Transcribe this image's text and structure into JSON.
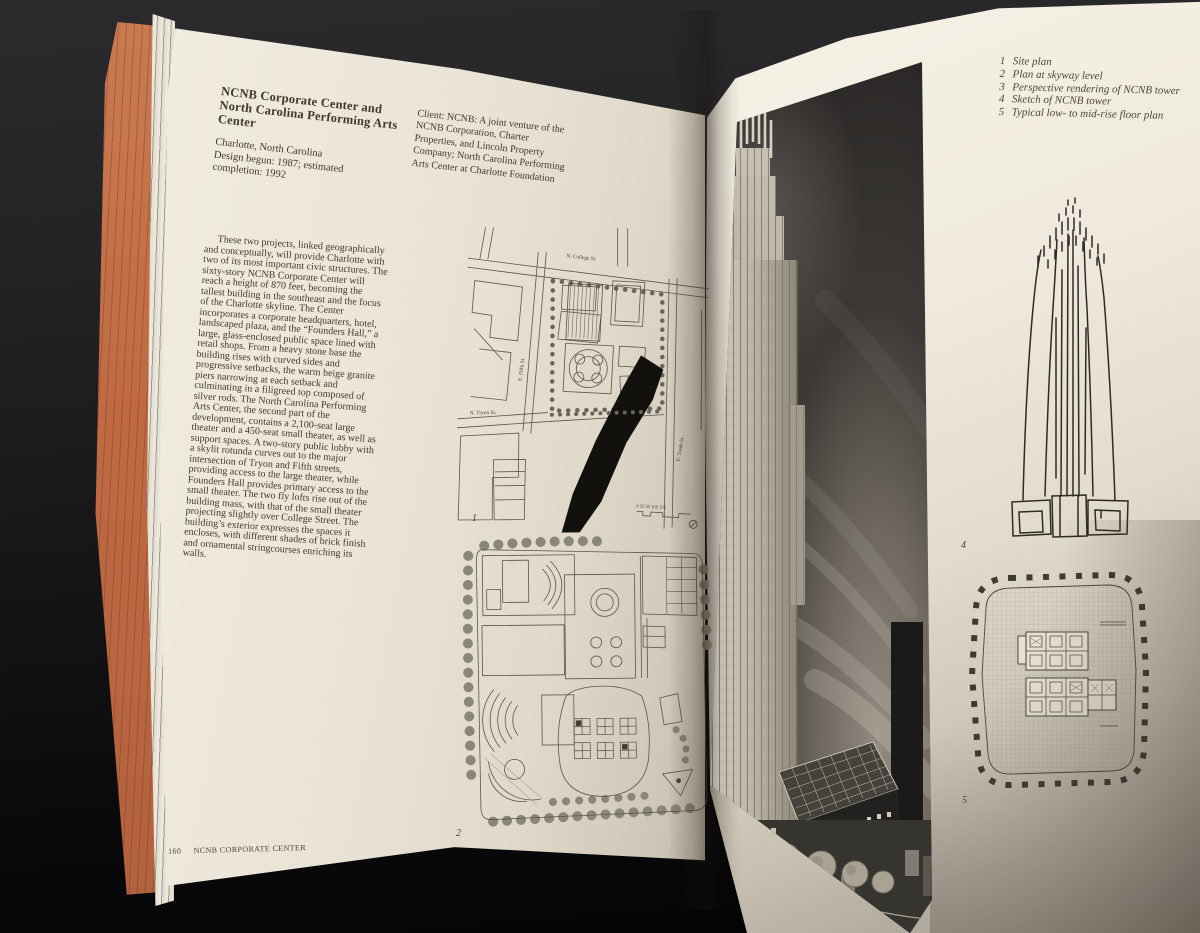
{
  "book": {
    "left_page": {
      "title_lines": [
        "NCNB Corporate Center and",
        "North Carolina Performing Arts",
        "Center"
      ],
      "project_info_lines": [
        "Charlotte, North Carolina",
        "Design begun: 1987; estimated",
        "completion: 1992"
      ],
      "client_lines": [
        "Client: NCNB: A joint venture of the",
        "NCNB Corporation, Charter",
        "Properties, and Lincoln Property",
        "Company; North Carolina Performing",
        "Arts Center at Charlotte Foundation"
      ],
      "body_text": "These two projects, linked geographically and conceptually, will provide Charlotte with two of its most important civic structures. The sixty-story NCNB Corporate Center will reach a height of 870 feet, becoming the tallest building in the southeast and the focus of the Charlotte skyline. The Center incorporates a corporate headquarters, hotel, landscaped plaza, and the “Founders Hall,” a large, glass-enclosed public space lined with retail shops. From a heavy stone base the building rises with curved sides and progressive setbacks, the warm beige granite piers narrowing at each setback and culminating in a filigreed top composed of silver rods. The North Carolina Performing Arts Center, the second part of the development, contains a 2,100-seat large theater and a 450-seat small theater, as well as support spaces. A two-story public lobby with a skylit rotunda curves out to the major intersection of Tryon and Fifth streets, providing access to the large theater, while Founders Hall provides primary access to the small theater. The two fly lofts rise out of the building mass, with that of the small theater projecting slightly over College Street. The building’s exterior expresses the spaces it encloses, with different shades of brick finish and ornamental stringcourses enriching its walls.",
      "footer": {
        "page_number": "160",
        "running_title": "NCNB CORPORATE CENTER"
      },
      "site_plan": {
        "figure_number": "1",
        "street_top": "N. College St.",
        "street_left": "E. Fifth St.",
        "street_right": "E. Trade St.",
        "street_bottom": "N. Tryon St.",
        "scale_ticks": "0 25 50  100   150"
      },
      "skyway_plan": {
        "figure_number": "2"
      }
    },
    "right_page": {
      "captions": [
        {
          "num": "1",
          "label": "Site plan"
        },
        {
          "num": "2",
          "label": "Plan at skyway level"
        },
        {
          "num": "3",
          "label": "Perspective rendering of NCNB tower"
        },
        {
          "num": "4",
          "label": "Sketch of NCNB tower"
        },
        {
          "num": "5",
          "label": "Typical low- to mid-rise floor plan"
        }
      ],
      "sketch": {
        "figure_number": "4"
      },
      "floor_plan": {
        "figure_number": "5"
      }
    },
    "colors": {
      "page_cream": "#eae4d7",
      "fore_edge_orange": "#bf6a42",
      "background_black": "#161618",
      "rendering_sky": "#262422",
      "ink": "#3e382e"
    }
  }
}
